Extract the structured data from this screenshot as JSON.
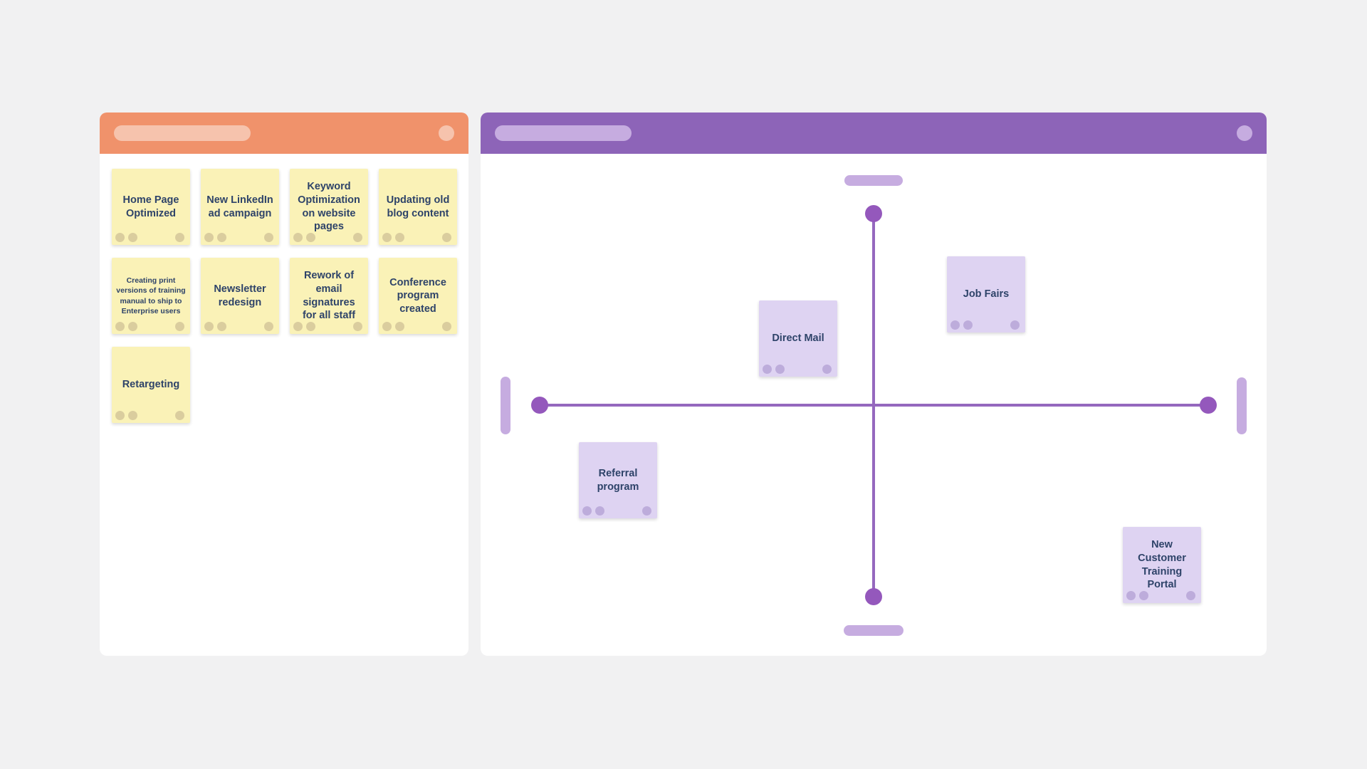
{
  "canvas": {
    "background_color": "#F1F1F2"
  },
  "left_board": {
    "header": {
      "accent_color": "#F0926B",
      "placeholder_color": "#F6C3AD"
    },
    "note_color": "#FAF2B7",
    "note_dot_color": "#DACD9E",
    "text_color": "#2E4369",
    "notes": [
      "Home Page Optimized",
      "New LinkedIn ad campaign",
      "Keyword Optimization on website pages",
      "Updating old blog content",
      "Creating print versions of training manual to ship to Enterprise users",
      "Newsletter redesign",
      "Rework of email signatures for all staff",
      "Conference program created",
      "Retargeting"
    ]
  },
  "right_board": {
    "header": {
      "accent_color": "#8D64B8",
      "placeholder_color": "#C6ACE0"
    },
    "axis_line_color": "#9568BE",
    "axis_dot_color": "#9458BC",
    "axis_label_placeholder_color": "#C6ACE0",
    "note_color": "#DED3F2",
    "note_dot_color": "#BDACDB",
    "text_color": "#2E4369",
    "notes": [
      {
        "label": "Direct Mail",
        "quadrant": "top-left"
      },
      {
        "label": "Job Fairs",
        "quadrant": "top-right"
      },
      {
        "label": "Referral program",
        "quadrant": "bottom-left"
      },
      {
        "label": "New Customer Training Portal",
        "quadrant": "bottom-right"
      }
    ]
  }
}
